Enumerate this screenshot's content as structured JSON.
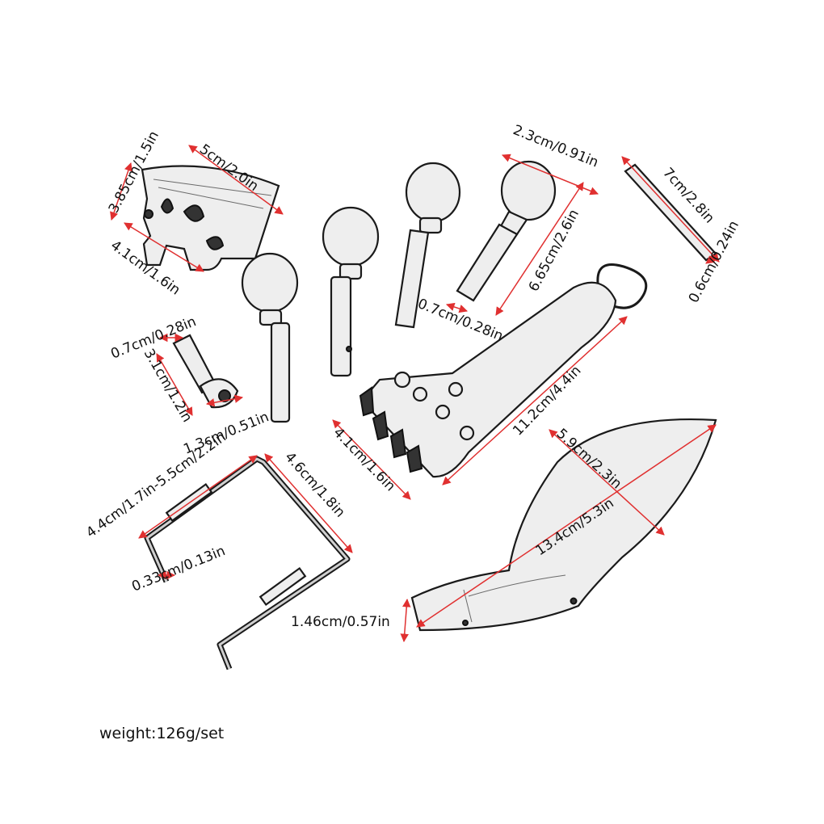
{
  "colors": {
    "dimension_arrow": "#e03030",
    "ink": "#1a1a1a",
    "part_fill": "#eeeeee"
  },
  "parts": [
    "bridge",
    "peg",
    "peg",
    "peg",
    "peg",
    "end-pin",
    "tailpiece",
    "sound-post",
    "chinrest",
    "chinrest-clamp"
  ],
  "dimensions": {
    "bridge_height": "3.85cm/1.5in",
    "bridge_top_width": "5cm/2.0in",
    "bridge_bottom_width": "4.1cm/1.6in",
    "peg_head_width": "2.3cm/0.91in",
    "peg_length": "6.65cm/2.6in",
    "peg_shaft_diameter": "0.7cm/0.28in",
    "endpin_diameter": "0.7cm/0.28in",
    "endpin_length": "3.1cm/1.2in",
    "endpin_head": "1.3cm/0.51in",
    "soundpost_length": "7cm/2.8in",
    "soundpost_diameter": "0.6cm/0.24in",
    "tailpiece_length": "11.2cm/4.4in",
    "tailpiece_width": "4.1cm/1.6in",
    "chinrest_width": "5.9cm/2.3in",
    "chinrest_length": "13.4cm/5.3in",
    "chinrest_height": "1.46cm/0.57in",
    "clamp_range": "4.4cm/1.7in-5.5cm/2.2in",
    "clamp_height": "4.6cm/1.8in",
    "clamp_rod": "0.33cm/0.13in"
  },
  "weight_text": "weight:126g/set"
}
